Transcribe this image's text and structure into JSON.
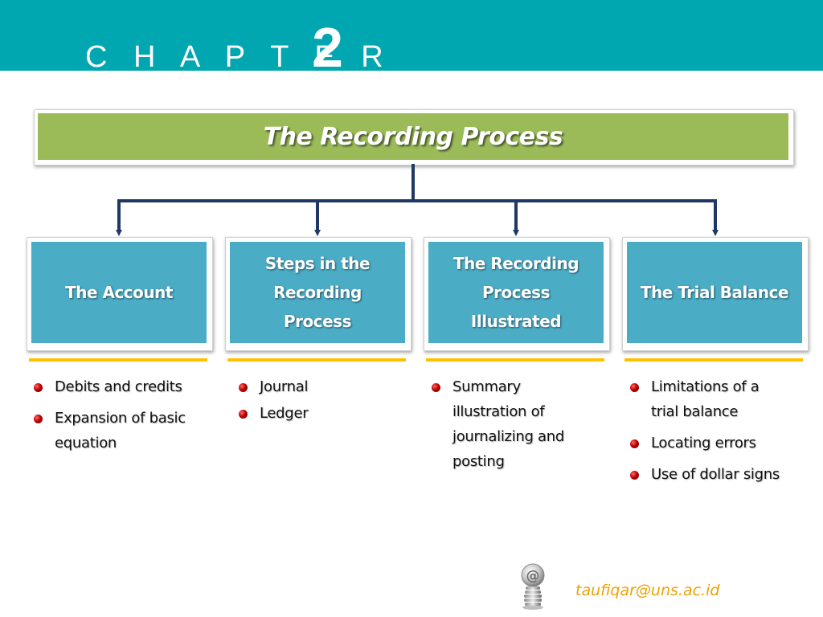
{
  "header": {
    "chapter_word": "C H A P T E R",
    "chapter_number": "2"
  },
  "title": "The Recording Process",
  "topics": [
    {
      "label_lines": [
        "The Account"
      ],
      "bullets": [
        "Debits and credits",
        "Expansion of basic equation"
      ]
    },
    {
      "label_lines": [
        "Steps in the",
        "Recording",
        "Process"
      ],
      "bullets": [
        "Journal",
        "Ledger"
      ]
    },
    {
      "label_lines": [
        "The Recording",
        "Process",
        "Illustrated"
      ],
      "bullets": [
        "Summary illustration of journalizing and posting"
      ]
    },
    {
      "label_lines": [
        "The Trial Balance"
      ],
      "bullets": [
        "Limitations of a trial balance",
        "Locating errors",
        "Use of dollar signs"
      ]
    }
  ],
  "footer": {
    "icon": "email-at-icon",
    "email": "taufiqar@uns.ac.id"
  },
  "colors": {
    "header_band": "#00a6b0",
    "title_bar": "#9bbb59",
    "topic_box": "#4bacc6",
    "rule": "#ffc000",
    "connector": "#1f3864",
    "bullet": "#c00000",
    "email": "#f0a000"
  }
}
